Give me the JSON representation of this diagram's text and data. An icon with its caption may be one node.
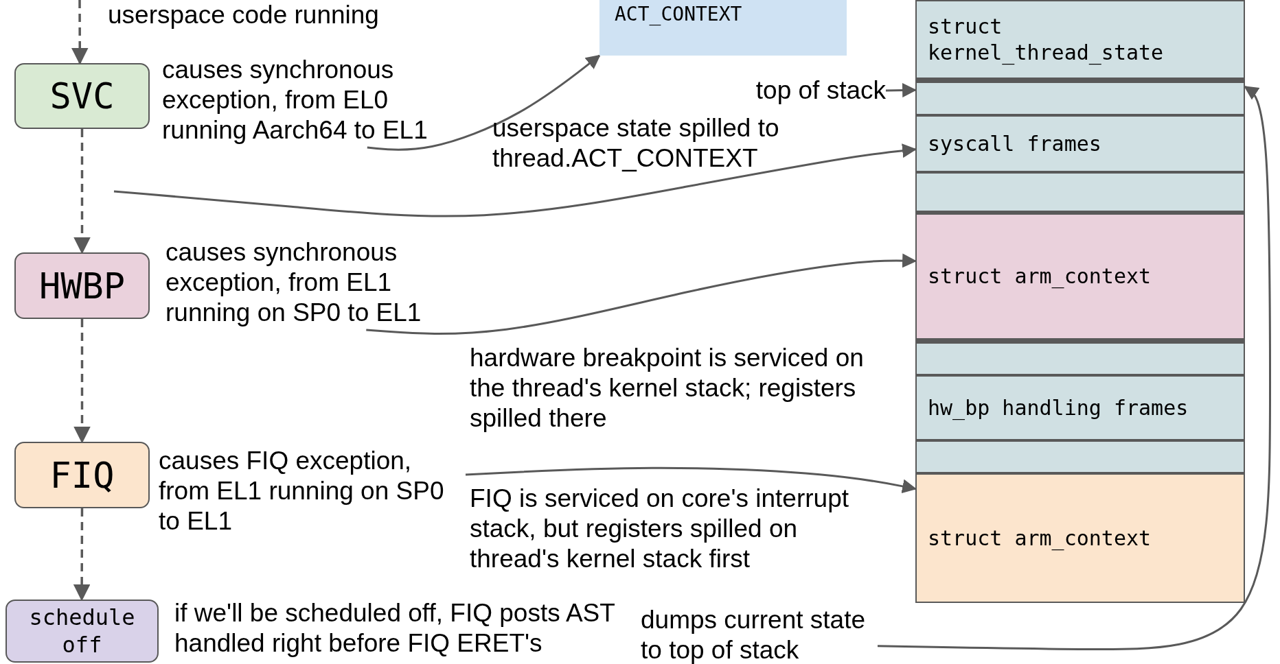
{
  "diagram": {
    "nodes": [
      {
        "text": [
          "SVC"
        ]
      },
      {
        "text": [
          "causes synchronous exception, from EL0 running Aarch64 to EL1"
        ]
      },
      {
        "text": [
          "ACT_CONTEXT"
        ]
      },
      {
        "text": [
          "struct kernel_thread_state"
        ]
      },
      {
        "text": [
          "top of stack"
        ]
      },
      {
        "text": [],
        "shape": "box"
      },
      {
        "text": [
          "syscall frames"
        ]
      },
      {
        "text": [],
        "shape": "box"
      },
      {
        "text": [
          "HWBP"
        ]
      },
      {
        "text": [
          "causes synchronous exception, from EL1 running on SP0 to EL1"
        ]
      },
      {
        "text": [
          "struct arm_context"
        ]
      },
      {
        "text": [],
        "shape": "box"
      },
      {
        "text": [
          "hw_bp handling frames"
        ]
      },
      {
        "text": [],
        "shape": "box"
      },
      {
        "text": [
          "FIQ"
        ],
        "beside": [
          "causes FIQ exception, from EL1 running on SP0 to EL1"
        ]
      },
      {
        "text": [
          "struct arm_context"
        ]
      },
      {
        "text": [
          "schedule off"
        ],
        "beside": [
          "if we'll be scheduled off, FIQ posts AST handled right before FIQ ERET's"
        ]
      },
      {
        "text": [
          "dumps current state to top of stack"
        ]
      }
    ],
    "edges": [
      {
        "from": null,
        "to": 0,
        "arrow": "to",
        "style": "dashed"
      },
      {
        "from": 0,
        "to": 8,
        "arrow": "to",
        "style": "dashed"
      },
      {
        "from": 8,
        "to": 14,
        "arrow": "to",
        "style": "dashed"
      },
      {
        "from": 14,
        "to": 16,
        "arrow": "to",
        "style": "dashed"
      },
      {
        "from": 1,
        "to": 2,
        "arrow": "to"
      },
      {
        "from": null,
        "to": 6,
        "arrow": "to"
      },
      {
        "from": 4,
        "to": 5,
        "arrow": "to"
      },
      {
        "from": 9,
        "to": 10,
        "arrow": "to"
      },
      {
        "from": null,
        "to": 15,
        "arrow": "to"
      },
      {
        "from": 17,
        "to": 5,
        "arrow": "to"
      }
    ],
    "labels": [
      "userspace code running",
      "userspace state spilled to thread.ACT_CONTEXT",
      "hardware breakpoint is serviced on the thread's kernel stack; registers spilled there",
      "FIQ is serviced on core's interrupt stack, but registers spilled on thread's kernel stack first"
    ]
  }
}
